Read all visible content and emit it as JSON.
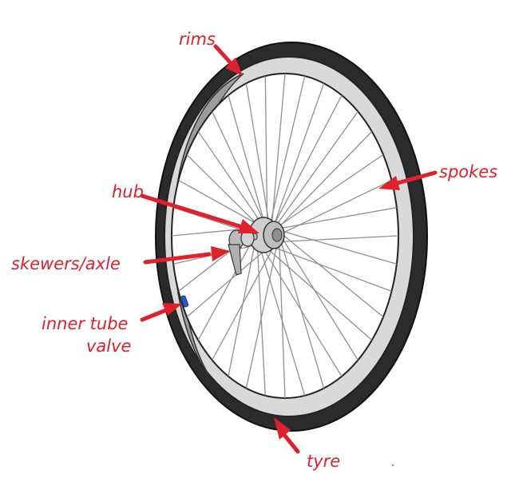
{
  "labels": {
    "rims": "rims",
    "spokes": "spokes",
    "hub": "hub",
    "skewers": "skewers/axle",
    "valve_line1": "inner tube",
    "valve_line2": "valve",
    "tyre": "tyre"
  },
  "colors": {
    "label": "#e0202a",
    "tyre": "#2b2b2b",
    "rim": "#d8d8d8",
    "spokes": "#8f8f8f",
    "valve": "#2a57c9"
  }
}
